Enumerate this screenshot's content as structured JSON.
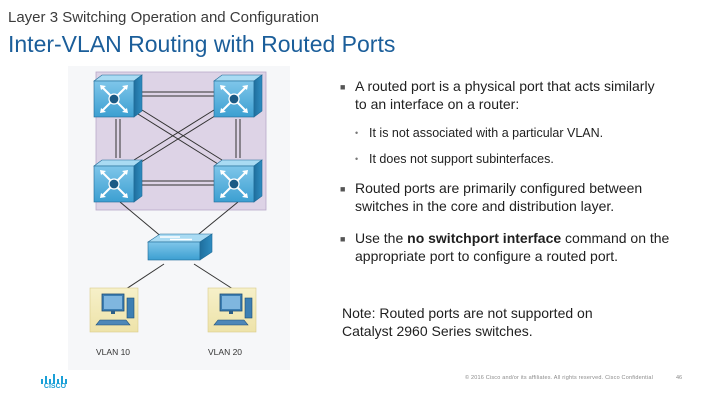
{
  "header": {
    "section": "Layer 3 Switching Operation and Configuration",
    "title": "Inter-VLAN Routing with Routed Ports"
  },
  "bullets": [
    {
      "text": "A routed port is a physical port that acts similarly to an interface on a router:",
      "sub": [
        "It is not associated with a particular VLAN.",
        "It does not support subinterfaces."
      ]
    },
    {
      "text": "Routed ports are primarily configured between switches in the core and distribution layer."
    },
    {
      "prefix": "Use the ",
      "bold": "no switchport interface",
      "suffix": " command on the appropriate port to configure a routed port."
    }
  ],
  "note": "Note: Routed ports are not supported on Catalyst 2960 Series switches.",
  "diagram": {
    "pcs": [
      {
        "label": "VLAN 10"
      },
      {
        "label": "VLAN 20"
      }
    ]
  },
  "footer": {
    "copyright": "© 2016 Cisco and/or its affiliates. All rights reserved.   Cisco Confidential",
    "page": "46",
    "logo_text": "CISCO"
  },
  "colors": {
    "title": "#1b5e9a",
    "switch": "#2a8fc3",
    "core_bg": "#ddd3e6"
  }
}
